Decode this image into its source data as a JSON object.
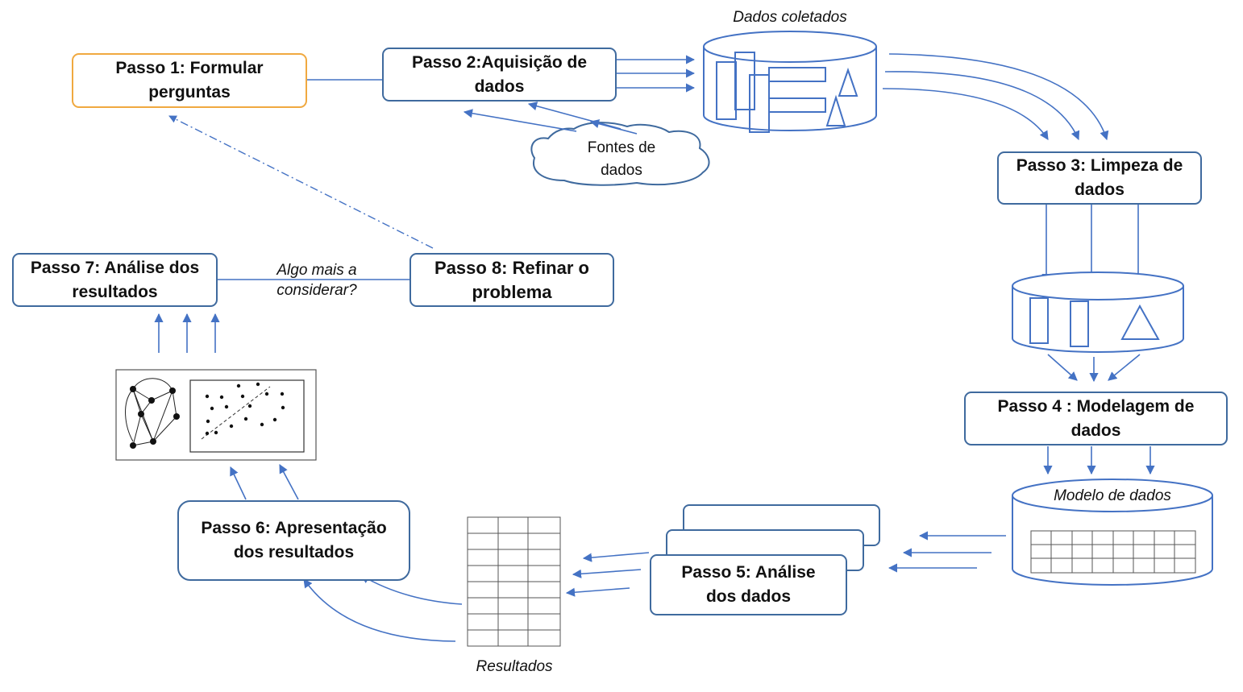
{
  "steps": {
    "s1": "Passo 1: Formular perguntas",
    "s2": "Passo 2:Aquisição de dados",
    "s3": "Passo 3: Limpeza de dados",
    "s4": "Passo 4 : Modelagem de dados",
    "s5": "Passo 5: Análise dos dados",
    "s6": "Passo 6: Apresentação dos resultados",
    "s7": "Passo 7: Análise dos resultados",
    "s8": "Passo 8: Refinar o problema"
  },
  "labels": {
    "collected": "Dados coletados",
    "sources": "Fontes de dados",
    "model": "Modelo de dados",
    "results": "Resultados",
    "question": "Algo mais a considerar?"
  },
  "colors": {
    "line": "#4472c4",
    "box_border": "#3f6a9e",
    "step1_border": "#f0a940"
  }
}
